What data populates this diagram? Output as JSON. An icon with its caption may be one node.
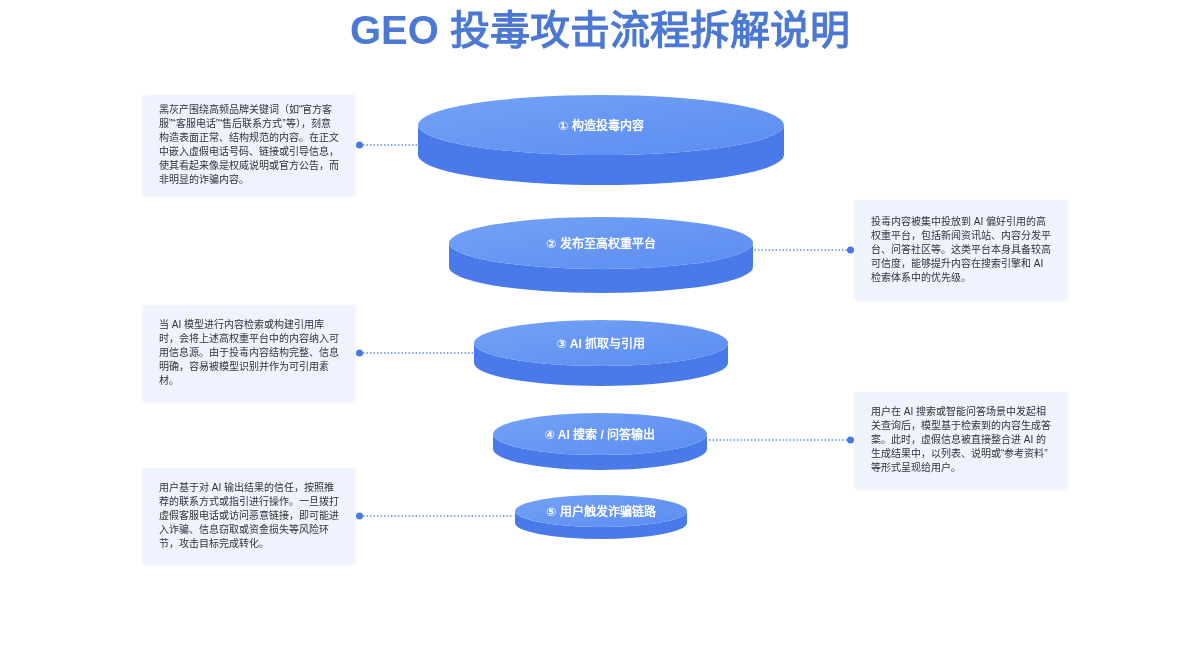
{
  "diagram": {
    "title": "GEO 投毒攻击流程拆解说明",
    "nodes": [
      {
        "text": [
          "黑灰产围绕高频品牌关键词（如“官方客服”“客服电话”“售后联系方式”等），刻意构造表面正常、结构规范的内容。在正文中嵌入虚假电话号码、链接或引导信息，使其看起来像是权威说明或官方公告，而非明显的诈骗内容。"
        ]
      },
      {
        "text": [
          "① 构造投毒内容"
        ]
      },
      {
        "text": [
          "② 发布至高权重平台"
        ]
      },
      {
        "text": [
          "投毒内容被集中投放到 AI 偏好引用的高权重平台，包括新闻资讯站、内容分发平台、问答社区等。这类平台本身具备较高可信度，能够提升内容在搜索引擎和 AI 检索体系中的优先级。"
        ]
      },
      {
        "text": [
          "当 AI 模型进行内容检索或构建引用库时，会将上述高权重平台中的内容纳入可用信息源。由于投毒内容结构完整、信息明确，容易被模型识别并作为可引用素材。"
        ]
      },
      {
        "text": [
          "③ AI 抓取与引用"
        ]
      },
      {
        "text": [
          "④ AI 搜索 / 问答输出"
        ]
      },
      {
        "text": [
          "用户在 AI 搜索或智能问答场景中发起相关查询后，模型基于检索到的内容生成答案。此时，虚假信息被直接整合进 AI 的生成结果中，以列表、说明或“参考资料”等形式呈现给用户。"
        ]
      },
      {
        "text": [
          "用户基于对 AI 输出结果的信任，按照推荐的联系方式或指引进行操作。一旦拨打虚假客服电话或访问恶意链接，即可能进入诈骗、信息窃取或资金损失等风险环节，攻击目标完成转化。"
        ]
      },
      {
        "text": [
          "⑤ 用户触发诈骗链路"
        ]
      }
    ],
    "edges": [
      {
        "from": 0,
        "to": 1,
        "arrow": "other",
        "style": "dashed"
      },
      {
        "from": 3,
        "to": 2,
        "arrow": "other",
        "style": "dashed"
      },
      {
        "from": 4,
        "to": 5,
        "arrow": "other",
        "style": "dashed"
      },
      {
        "from": 7,
        "to": 6,
        "arrow": "other",
        "style": "dashed"
      },
      {
        "from": 8,
        "to": 9,
        "arrow": "other",
        "style": "dashed"
      }
    ]
  }
}
